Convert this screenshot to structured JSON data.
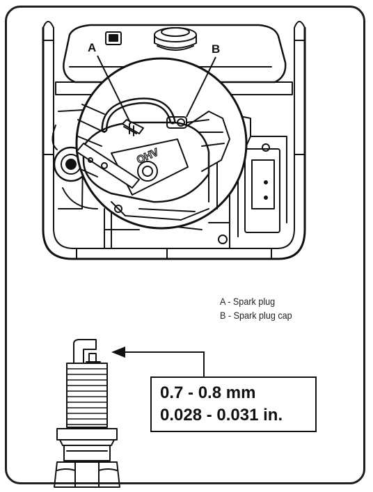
{
  "callouts": {
    "a": "A",
    "b": "B"
  },
  "legend": {
    "line_a": "A - Spark plug",
    "line_b": "B - Spark plug cap"
  },
  "gap_spec": {
    "metric": "0.7 - 0.8 mm",
    "imperial": "0.028 - 0.031 in."
  },
  "icons": [
    "generator-illustration",
    "spark-plug-illustration",
    "gap-arrow"
  ],
  "colors": {
    "line": "#111111",
    "background": "#ffffff"
  }
}
